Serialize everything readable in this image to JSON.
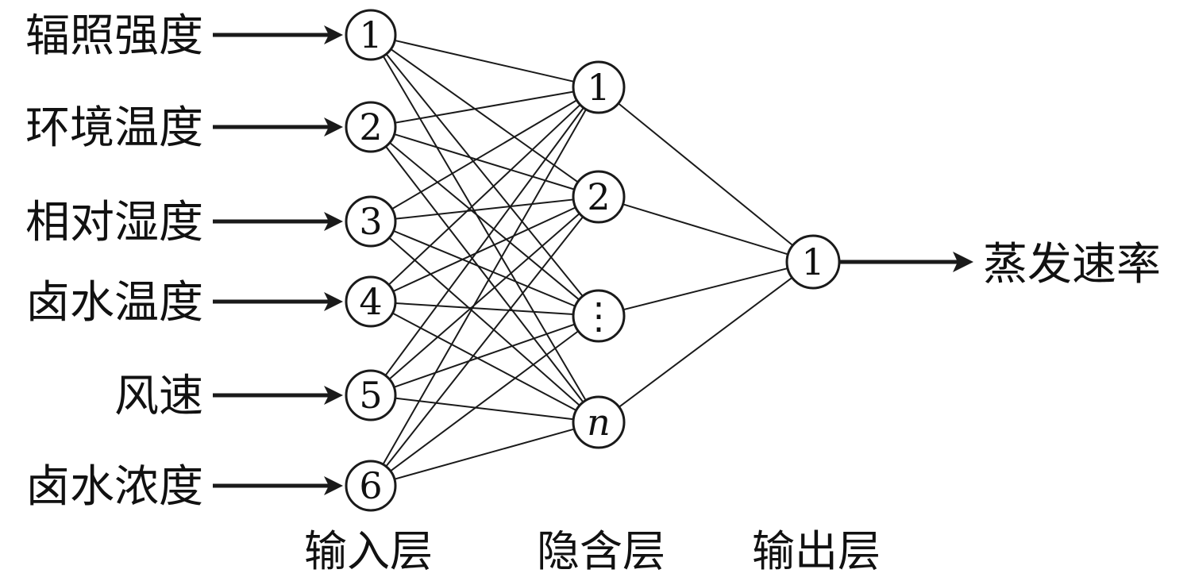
{
  "inputs": [
    {
      "label": "辐照强度",
      "node": "1"
    },
    {
      "label": "环境温度",
      "node": "2"
    },
    {
      "label": "相对湿度",
      "node": "3"
    },
    {
      "label": "卤水温度",
      "node": "4"
    },
    {
      "label": "风速",
      "node": "5"
    },
    {
      "label": "卤水浓度",
      "node": "6"
    }
  ],
  "hidden": [
    "1",
    "2",
    "⋮",
    "n"
  ],
  "output": {
    "node": "1",
    "label": "蒸发速率"
  },
  "layers": {
    "input": "输入层",
    "hidden": "隐含层",
    "output": "输出层"
  }
}
